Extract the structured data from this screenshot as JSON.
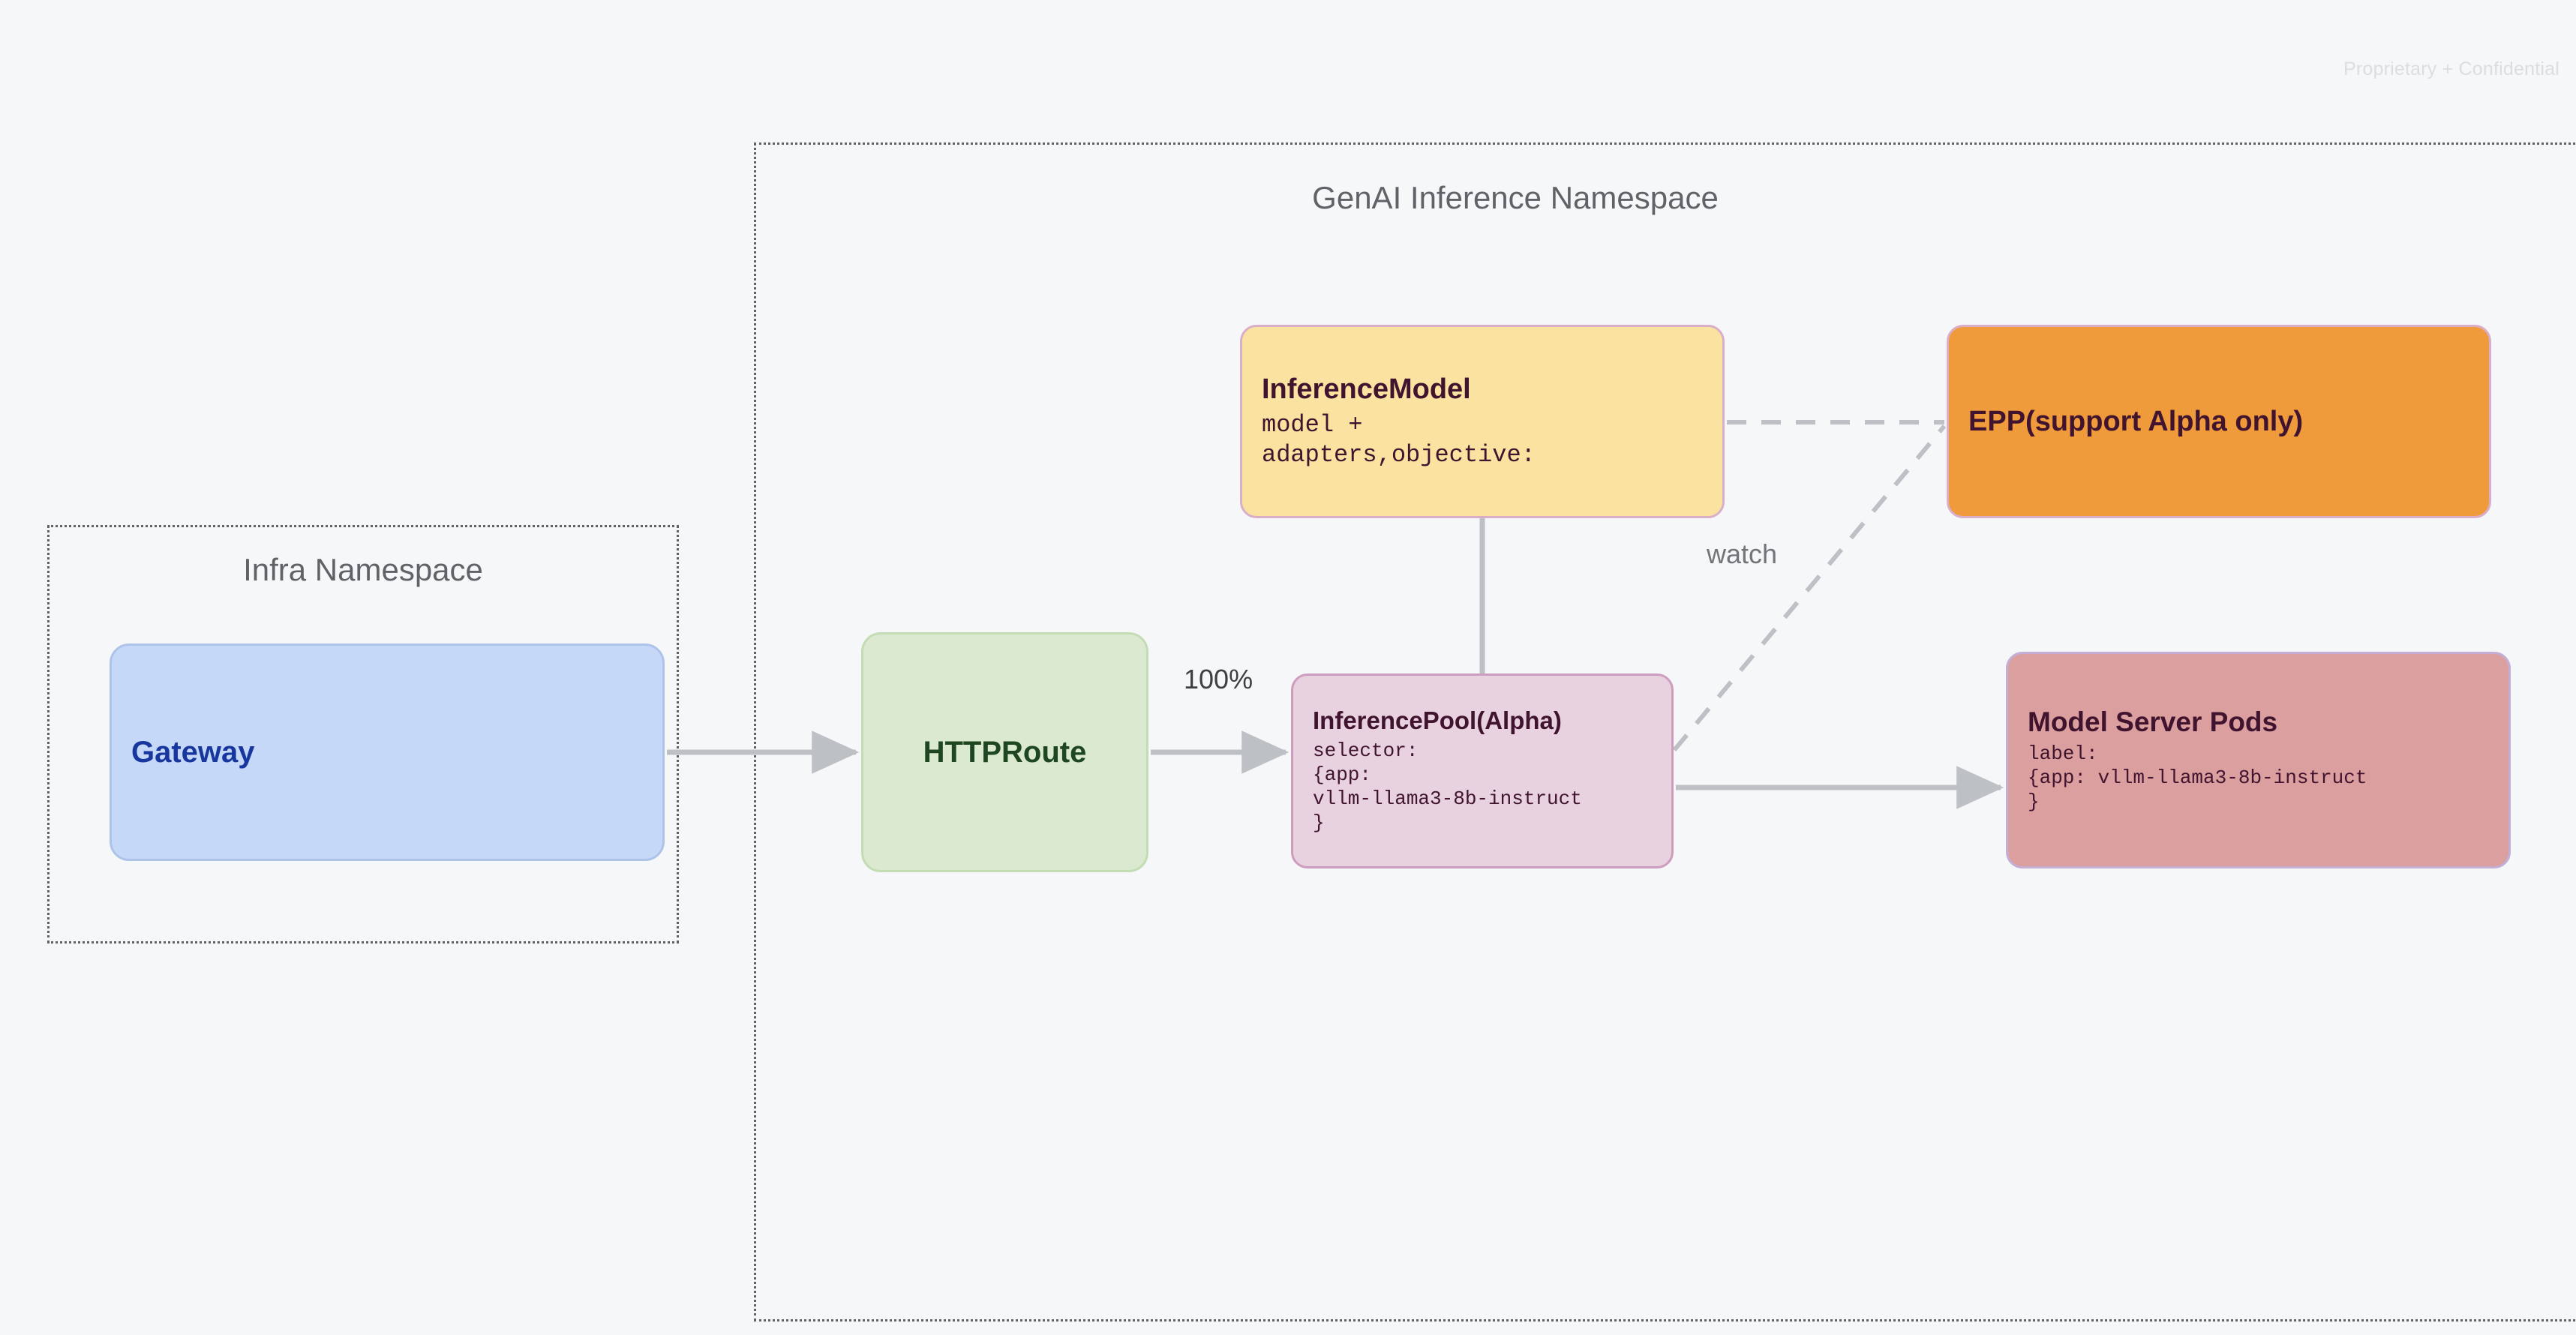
{
  "page": {
    "confidential_notice": "Proprietary + Confidential"
  },
  "namespaces": [
    {
      "id": "infra",
      "title": "Infra Namespace"
    },
    {
      "id": "genai",
      "title": "GenAI Inference Namespace"
    }
  ],
  "nodes": {
    "gateway": {
      "title": "Gateway",
      "fill": "#c6d8f8",
      "text_color": "#17379e"
    },
    "httproute": {
      "title": "HTTPRoute",
      "fill": "#dbe9d1",
      "text_color": "#1e4620"
    },
    "inference_model": {
      "title": "InferenceModel",
      "body": "model +\nadapters,objective:",
      "fill": "#fae3a0",
      "text_color": "#40142f"
    },
    "inference_pool": {
      "title": "InferencePool(Alpha)",
      "body": "selector:\n{app:\nvllm-llama3-8b-instruct\n}",
      "fill": "#e8d2e0",
      "text_color": "#40142f"
    },
    "epp": {
      "title": "EPP(support Alpha only)",
      "fill": "#ef9a3b",
      "text_color": "#40142f"
    },
    "model_server_pods": {
      "title": "Model Server Pods",
      "body": "label:\n{app: vllm-llama3-8b-instruct\n}",
      "fill": "#dc9f9f",
      "text_color": "#40142f"
    }
  },
  "edges": {
    "traffic_split_label": "100%",
    "watch_label": "watch"
  },
  "colors": {
    "background": "#f6f7f9",
    "namespace_border": "#5f6368",
    "connector": "#bdc1c6",
    "namespace_title": "#5f6368"
  }
}
